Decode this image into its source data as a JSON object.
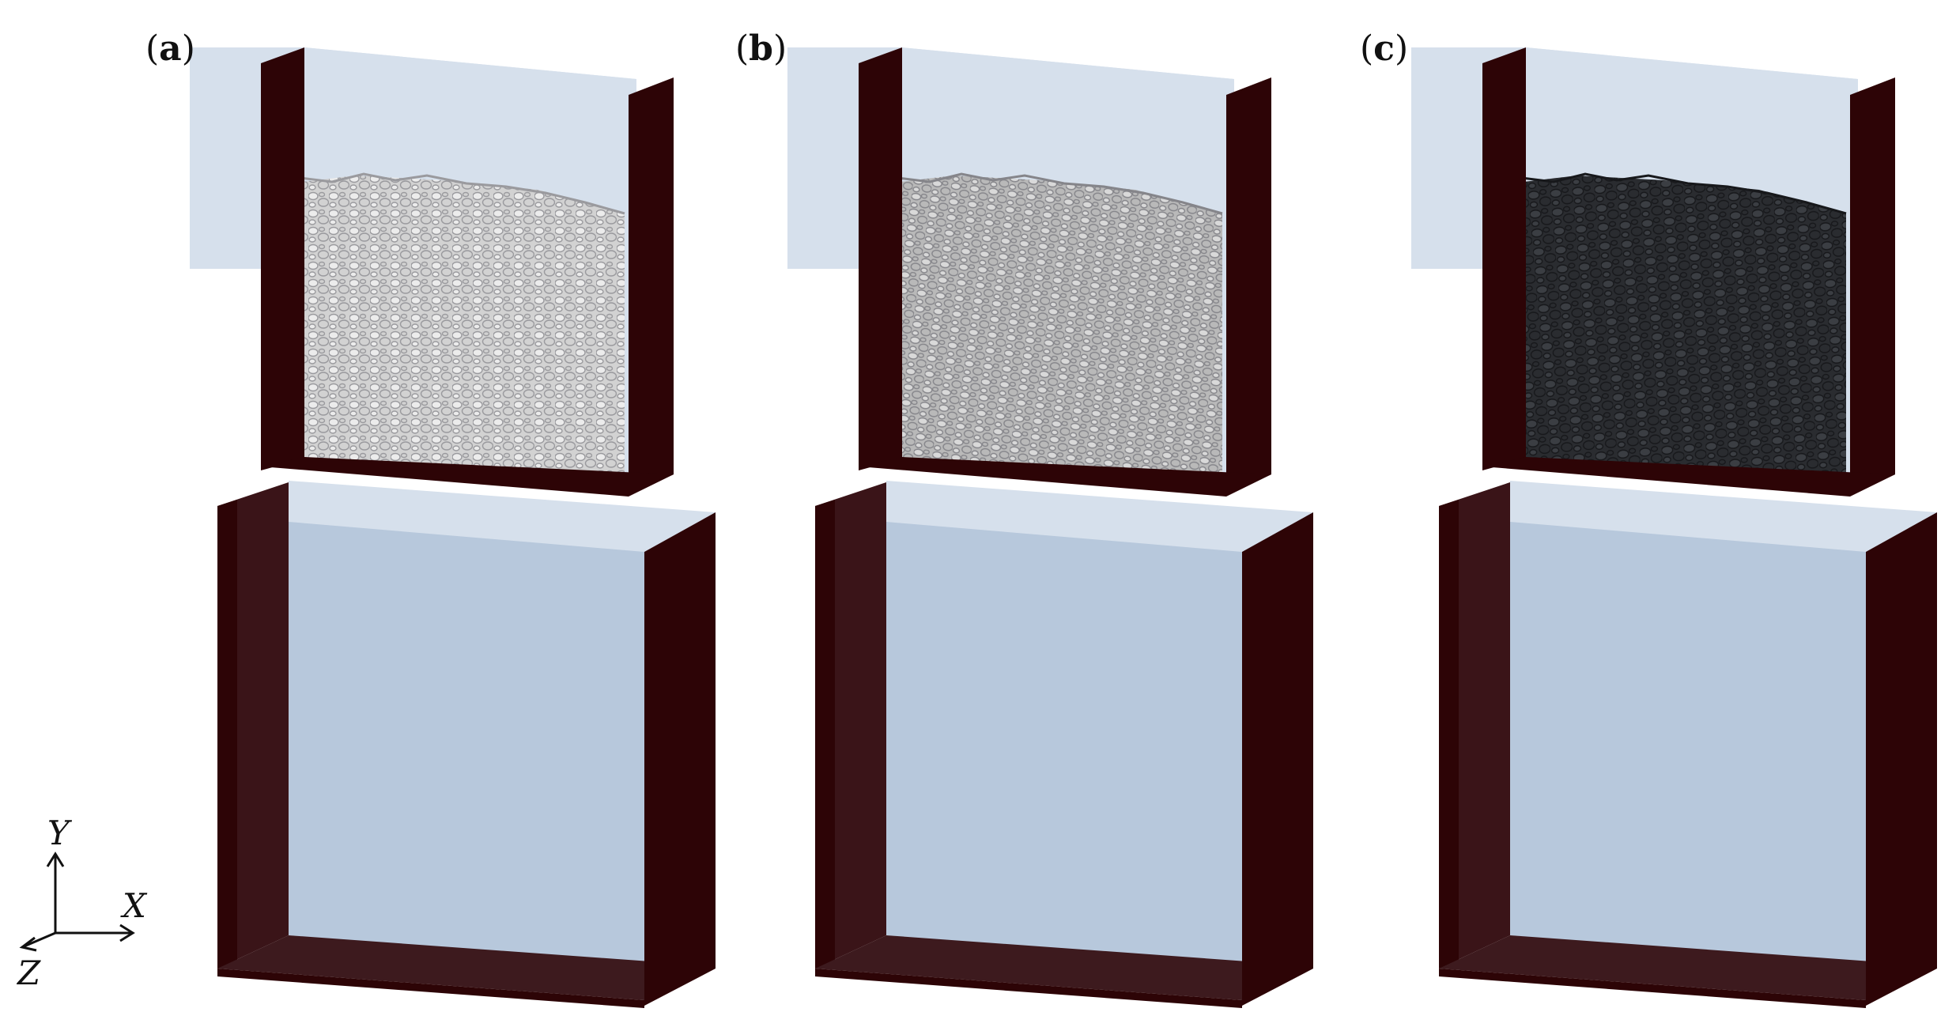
{
  "panels": [
    {
      "letter": "a",
      "fill_color": "#d2d2d2",
      "grain_shade": "#9a9a9e",
      "grain_light": "#ececec"
    },
    {
      "letter": "b",
      "fill_color": "#b9b9b9",
      "grain_shade": "#85858a",
      "grain_light": "#d9d9d9"
    },
    {
      "letter": "c",
      "fill_color": "#2a2c30",
      "grain_shade": "#17181b",
      "grain_light": "#3b3e43"
    }
  ],
  "axes": {
    "y_label": "Y",
    "x_label": "X",
    "z_label": "Z"
  },
  "colors": {
    "wall": "#2d0406",
    "wall_inner": "#3a1418",
    "glass": "#d6e0ec",
    "water": "#b7c8dc",
    "floor": "#3d1a1e"
  }
}
